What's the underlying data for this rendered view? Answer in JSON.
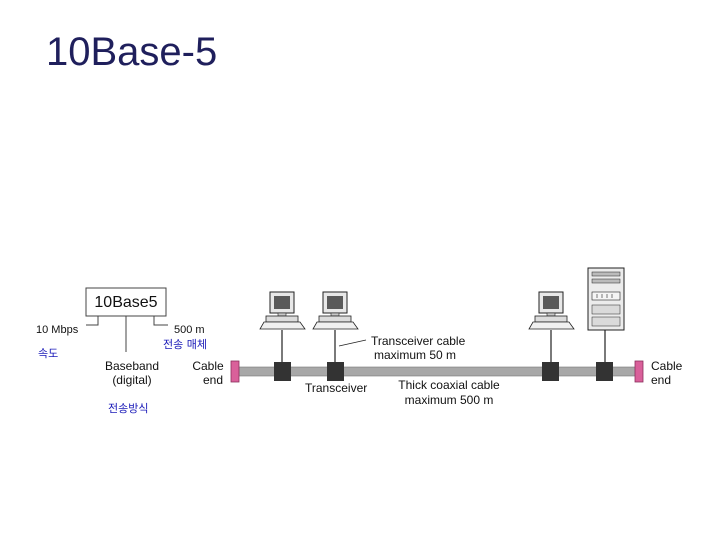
{
  "slide": {
    "title": "10Base-5"
  },
  "diagram": {
    "badge": "10Base5",
    "speed": "10 Mbps",
    "segment_length": "500 m",
    "signaling_line1": "Baseband",
    "signaling_line2": "(digital)",
    "cable_end_left_line1": "Cable",
    "cable_end_left_line2": "end",
    "cable_end_right_line1": "Cable",
    "cable_end_right_line2": "end",
    "transceiver_cable_line1": "Transceiver cable",
    "transceiver_cable_line2": "maximum 50 m",
    "transceiver": "Transceiver",
    "coax_line1": "Thick coaxial cable",
    "coax_line2": "maximum 500 m",
    "note_speed": "속도",
    "note_medium": "전송 매체",
    "note_method": "전송방식"
  },
  "colors": {
    "title": "#1f1f5c",
    "annotation": "#1a1ab8",
    "cable_end": "#d9609a",
    "transceiver": "#333333",
    "cable": "#a8a8a8"
  }
}
